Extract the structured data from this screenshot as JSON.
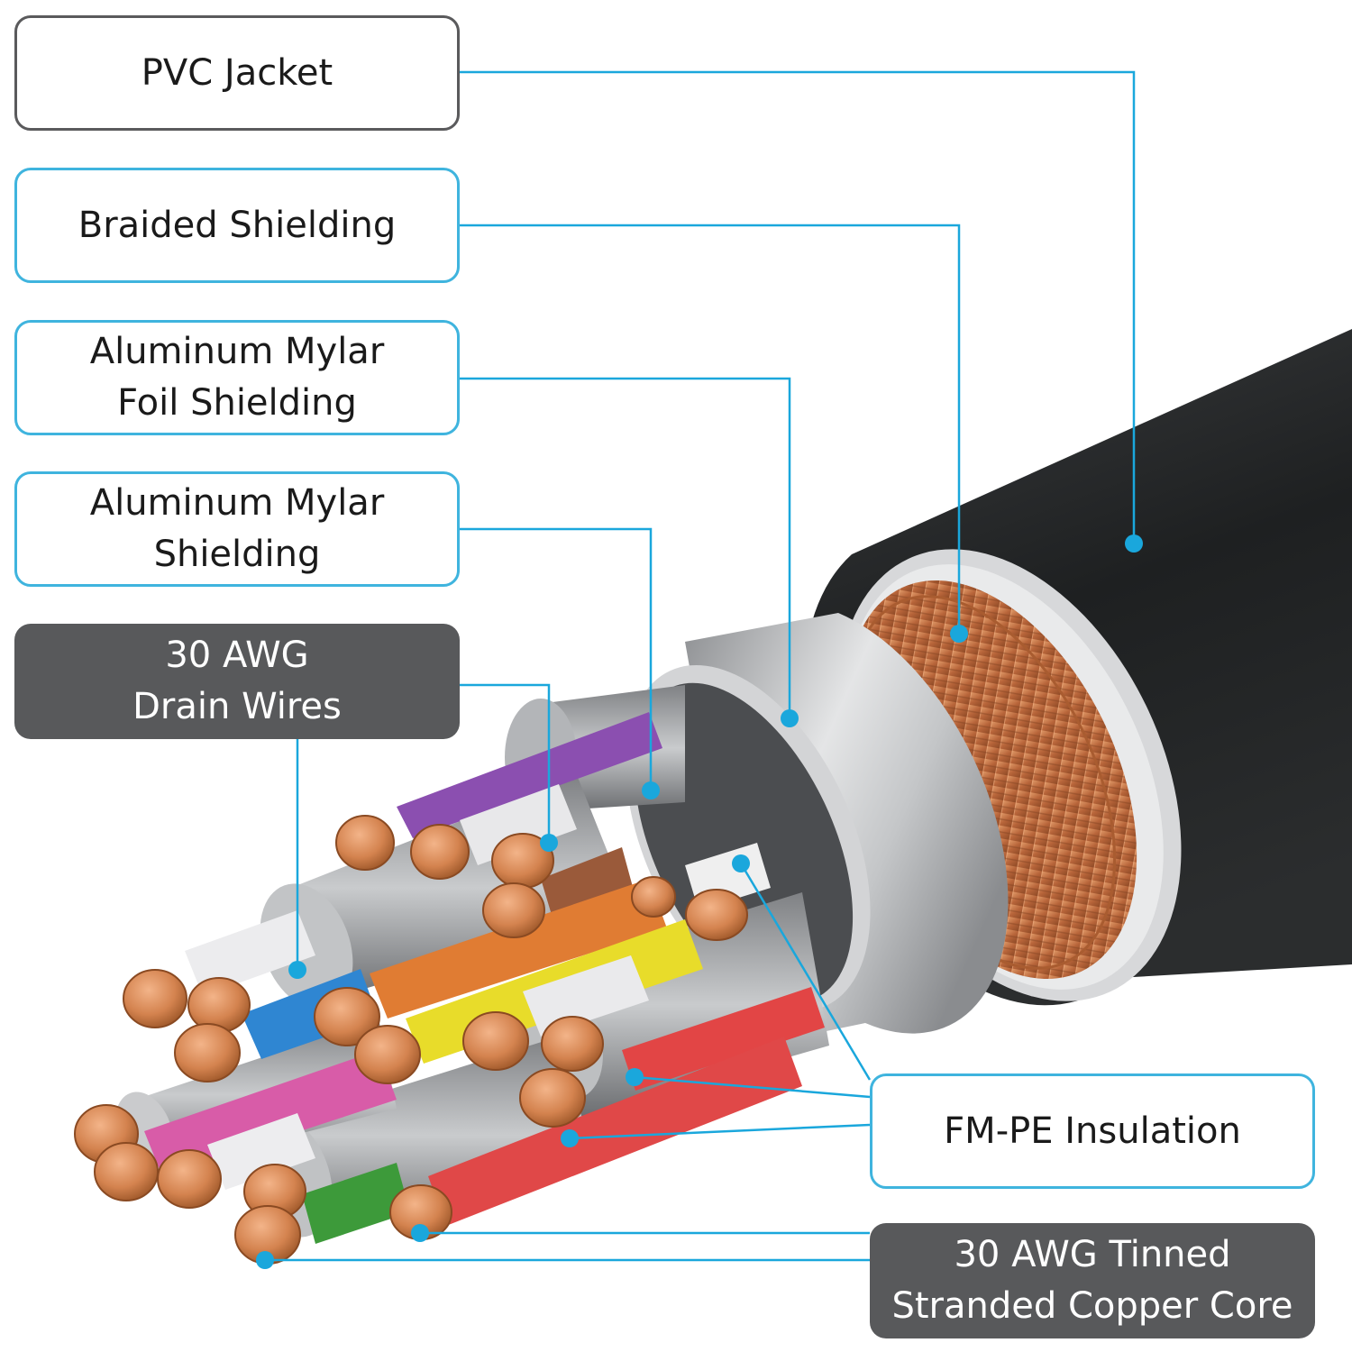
{
  "colors": {
    "leader": "#1aa7dc",
    "box_blue_border": "#3fb4de",
    "box_gray_border": "#5a5a5c",
    "box_dark_fill": "#58595b",
    "jacket": "#202223",
    "braid": "#c97745",
    "foil": "#b9bbbd",
    "copper": "#d88c58"
  },
  "labels": {
    "pvc_jacket": "PVC Jacket",
    "braided_shielding": "Braided Shielding",
    "foil_shielding": [
      "Aluminum Mylar",
      "Foil Shielding"
    ],
    "mylar_shielding": [
      "Aluminum Mylar",
      "Shielding"
    ],
    "drain_wires": [
      "30 AWG",
      "Drain Wires"
    ],
    "insulation": "FM-PE Insulation",
    "copper_core": [
      "30 AWG Tinned",
      "Stranded Copper Core"
    ]
  },
  "wire_colors": [
    "purple-wire",
    "blue-wire",
    "orange-wire",
    "yellow-wire",
    "pink-wire",
    "green-wire",
    "red-wire",
    "brown-wire",
    "white-wire"
  ]
}
